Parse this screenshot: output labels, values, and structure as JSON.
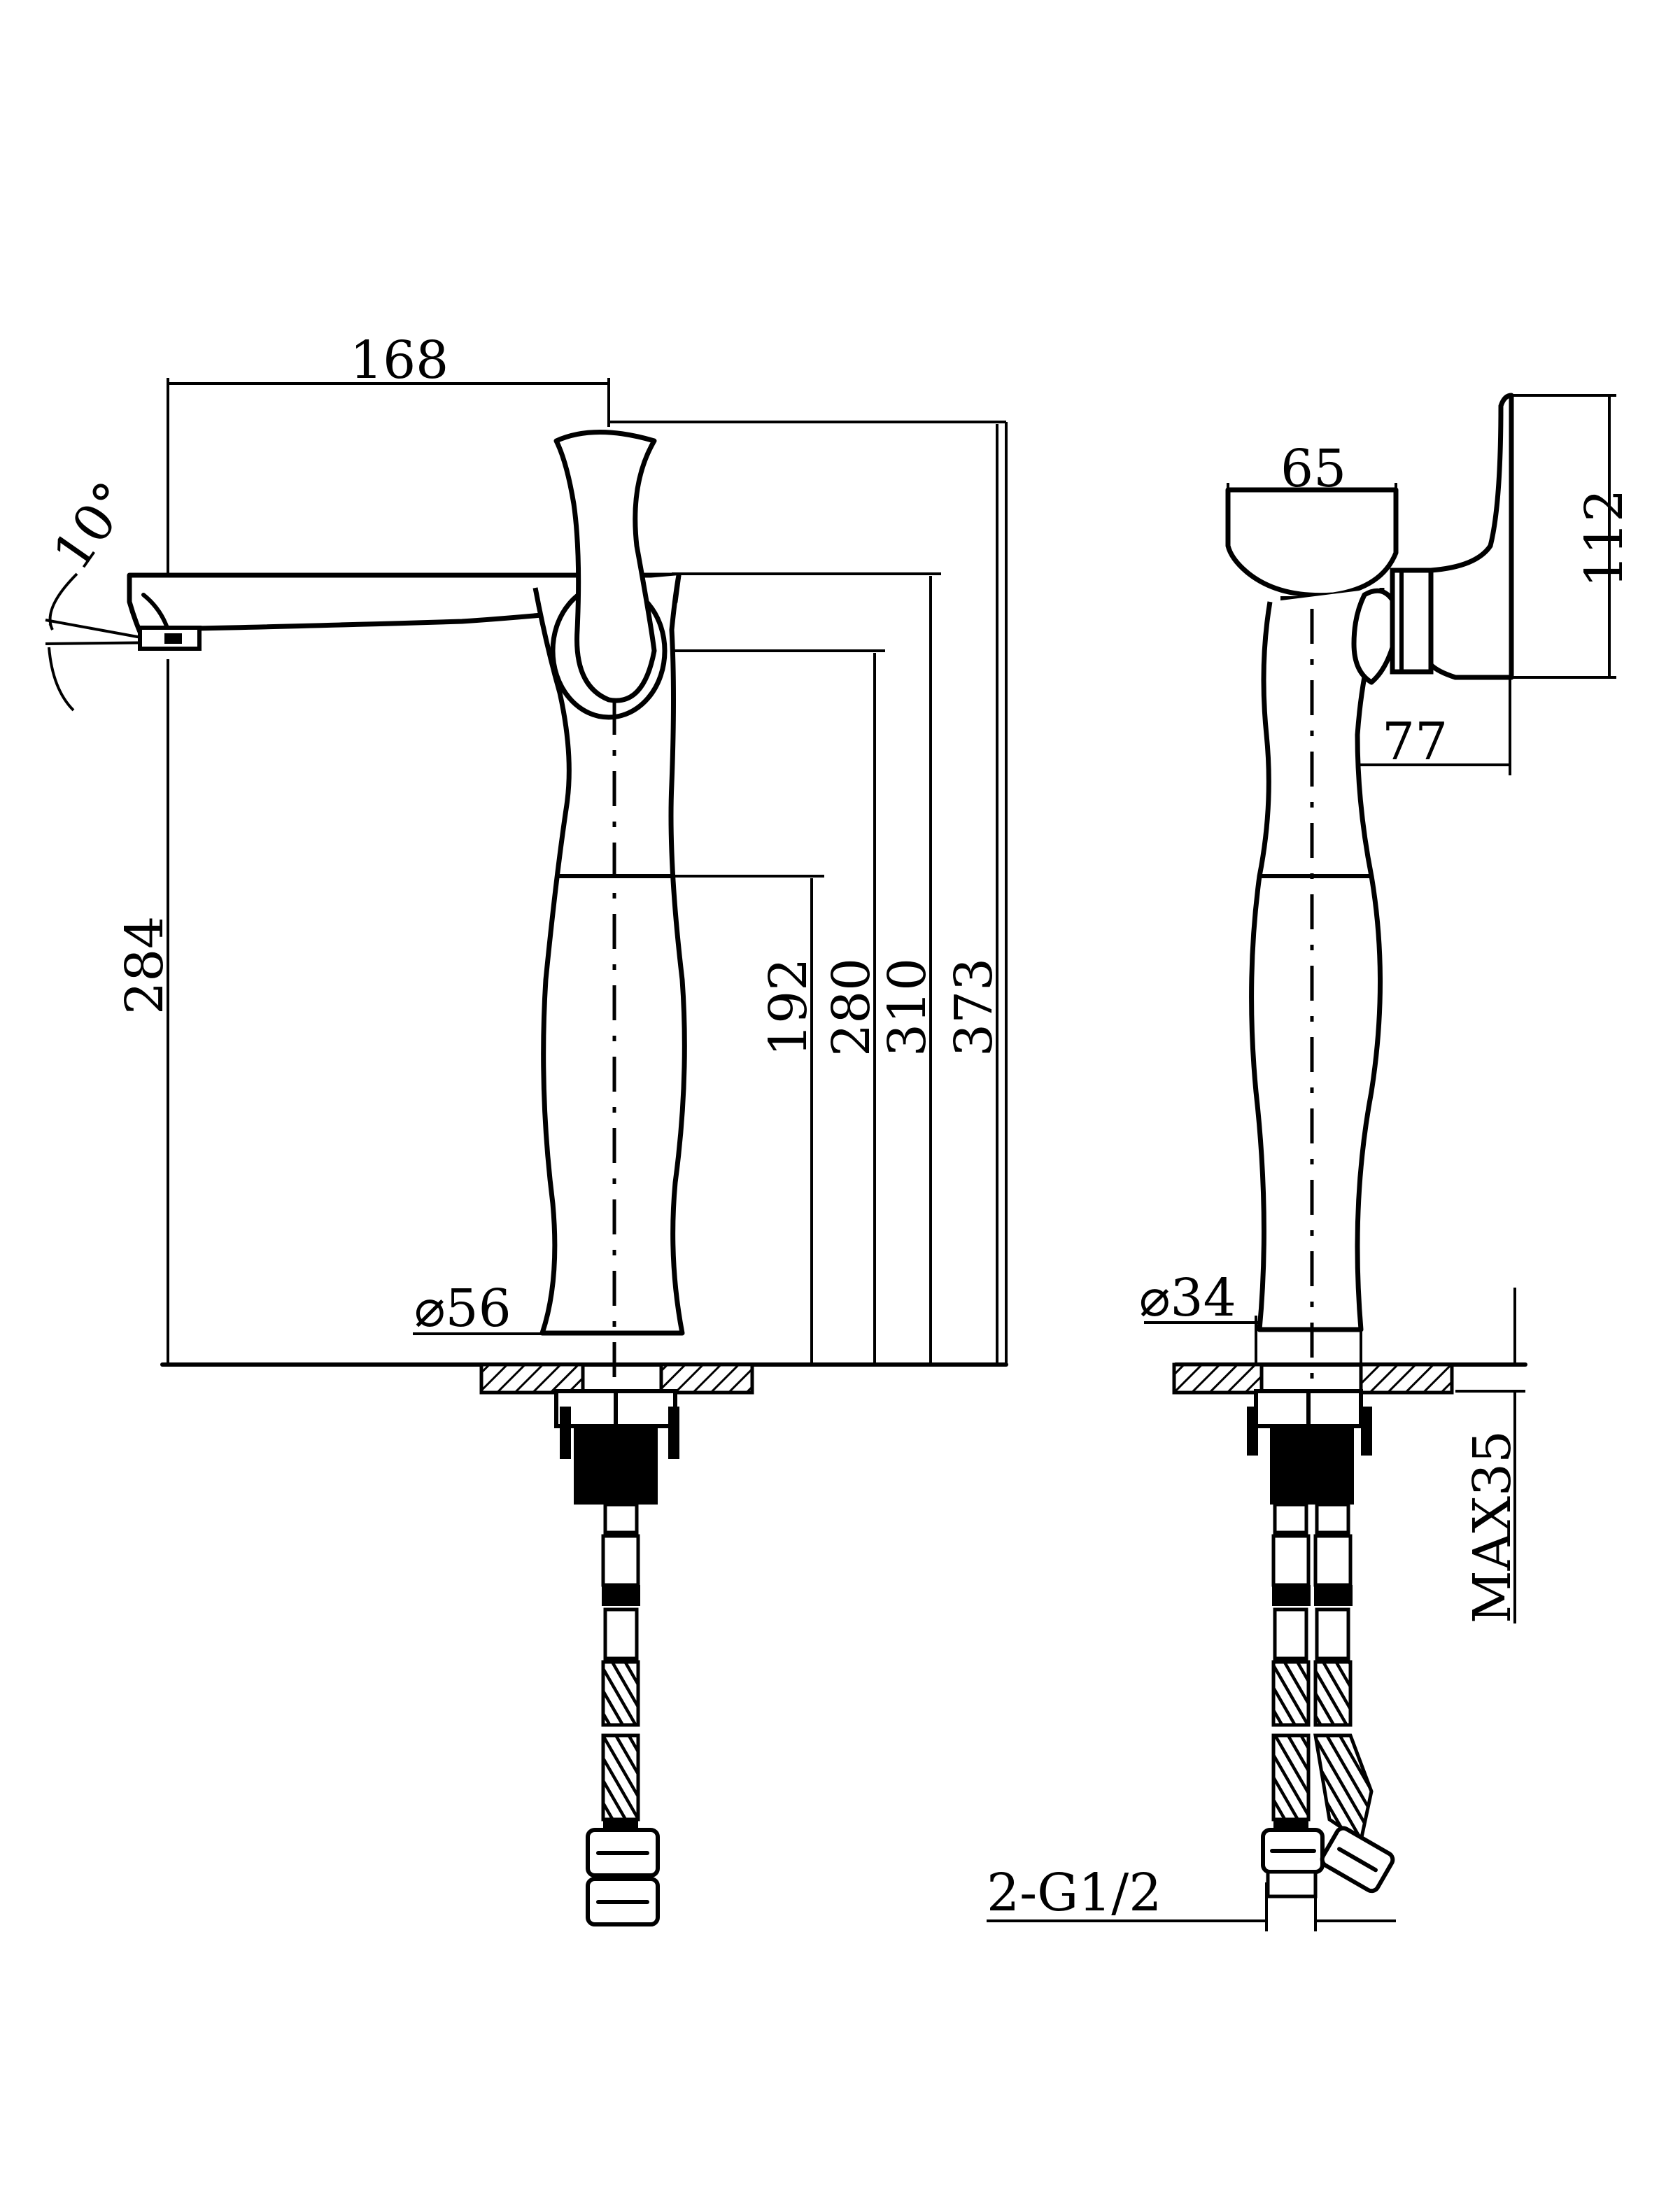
{
  "colors": {
    "ink": "#000000",
    "paper": "#ffffff"
  },
  "dimensions": {
    "spout_reach": "168",
    "spout_angle": "10°",
    "spout_height": "284",
    "body_192": "192",
    "body_280": "280",
    "body_310": "310",
    "total_height": "373",
    "base_diameter": "⌀56",
    "handle_width": "65",
    "handle_height": "112",
    "handle_offset": "77",
    "base_diameter_side": "⌀34",
    "max_deck": "MAX35",
    "inlets": "2-G1/2"
  }
}
